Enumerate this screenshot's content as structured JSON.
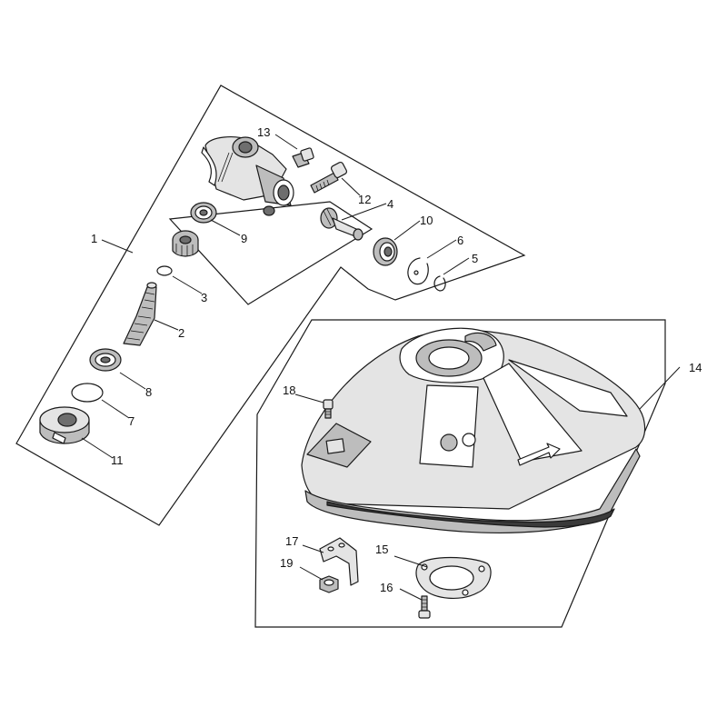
{
  "callouts": [
    {
      "id": "1",
      "label": "1"
    },
    {
      "id": "2",
      "label": "2"
    },
    {
      "id": "3",
      "label": "3"
    },
    {
      "id": "4",
      "label": "4"
    },
    {
      "id": "5",
      "label": "5"
    },
    {
      "id": "6",
      "label": "6"
    },
    {
      "id": "7",
      "label": "7"
    },
    {
      "id": "8",
      "label": "8"
    },
    {
      "id": "9",
      "label": "9"
    },
    {
      "id": "10",
      "label": "10"
    },
    {
      "id": "11",
      "label": "11"
    },
    {
      "id": "12",
      "label": "12"
    },
    {
      "id": "13",
      "label": "13"
    },
    {
      "id": "14",
      "label": "14"
    },
    {
      "id": "15",
      "label": "15"
    },
    {
      "id": "16",
      "label": "16"
    },
    {
      "id": "17",
      "label": "17"
    },
    {
      "id": "18",
      "label": "18"
    },
    {
      "id": "19",
      "label": "19"
    }
  ],
  "parts": [
    {
      "callout": "1",
      "icon": "gear-case-assembly-icon"
    },
    {
      "callout": "2",
      "icon": "splined-shaft-icon"
    },
    {
      "callout": "3",
      "icon": "snap-ring-icon"
    },
    {
      "callout": "4",
      "icon": "bevel-pinion-gear-icon"
    },
    {
      "callout": "5",
      "icon": "small-circlip-icon"
    },
    {
      "callout": "6",
      "icon": "circlip-icon"
    },
    {
      "callout": "7",
      "icon": "retaining-ring-icon"
    },
    {
      "callout": "8",
      "icon": "ball-bearing-icon"
    },
    {
      "callout": "9",
      "icon": "ball-bearing-icon"
    },
    {
      "callout": "10",
      "icon": "ball-bearing-icon"
    },
    {
      "callout": "11",
      "icon": "bearing-holder-icon"
    },
    {
      "callout": "12",
      "icon": "long-bolt-icon"
    },
    {
      "callout": "13",
      "icon": "short-bolt-icon"
    },
    {
      "callout": "14",
      "icon": "blade-guard-icon"
    },
    {
      "callout": "15",
      "icon": "guard-plate-icon"
    },
    {
      "callout": "16",
      "icon": "bolt-icon"
    },
    {
      "callout": "17",
      "icon": "mounting-bracket-icon"
    },
    {
      "callout": "18",
      "icon": "bolt-icon"
    },
    {
      "callout": "19",
      "icon": "hex-nut-icon"
    }
  ],
  "colors": {
    "ink": "#1a1a1a",
    "background": "#ffffff"
  }
}
